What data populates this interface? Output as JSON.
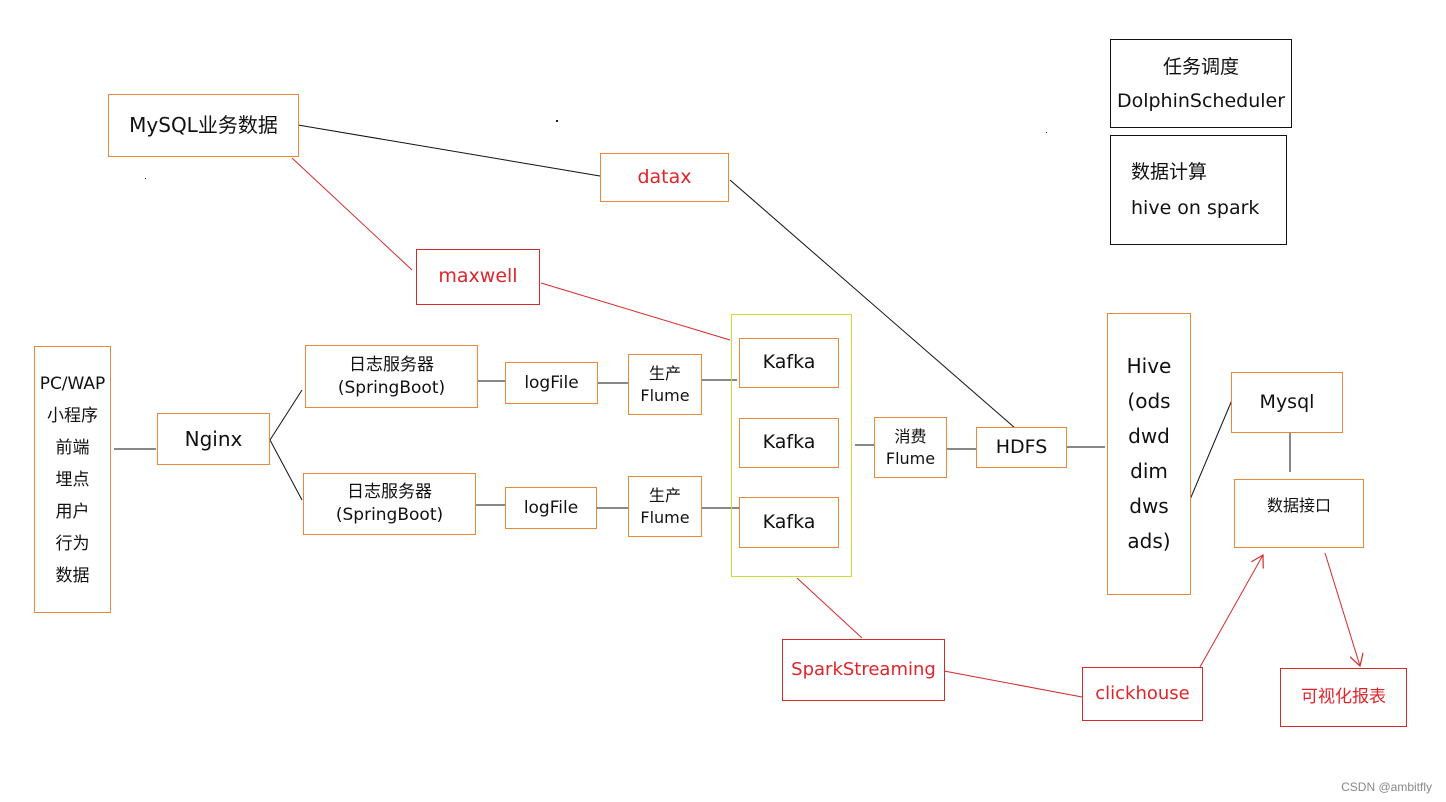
{
  "nodes": {
    "mysql_source": "MySQL业务数据",
    "datax": "datax",
    "maxwell": "maxwell",
    "scheduler": [
      "任务调度",
      "DolphinScheduler"
    ],
    "compute": [
      "数据计算",
      "hive on spark"
    ],
    "client_sources": [
      "PC/WAP",
      "小程序",
      "前端",
      "埋点",
      "用户",
      "行为",
      "数据"
    ],
    "nginx": "Nginx",
    "log_server_1": [
      "日志服务器",
      "(SpringBoot)"
    ],
    "log_server_2": [
      "日志服务器",
      "(SpringBoot)"
    ],
    "logfile_1": "logFile",
    "logfile_2": "logFile",
    "flume_producer_1": [
      "生产",
      "Flume"
    ],
    "flume_producer_2": [
      "生产",
      "Flume"
    ],
    "kafka_1": "Kafka",
    "kafka_2": "Kafka",
    "kafka_3": "Kafka",
    "flume_consumer": [
      "消费",
      "Flume"
    ],
    "hdfs": "HDFS",
    "hive": [
      "Hive",
      "(ods",
      "dwd",
      "dim",
      "dws",
      "ads)"
    ],
    "mysql_result": "Mysql",
    "data_api": "数据接口",
    "spark_streaming": "SparkStreaming",
    "clickhouse": "clickhouse",
    "visual_report": "可视化报表"
  },
  "colors": {
    "box_border": "#e8883a",
    "kafka_group_border": "#c8dc3c",
    "realtime_text": "#e0242a",
    "realtime_line": "#d42a2a",
    "offline_line": "#111111"
  },
  "watermark": "CSDN @ambitfly"
}
